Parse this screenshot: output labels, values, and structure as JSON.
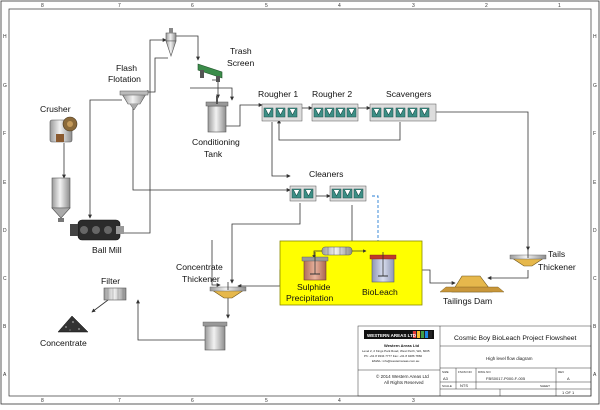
{
  "grid": {
    "columns": [
      "8",
      "7",
      "6",
      "5",
      "4",
      "3",
      "2",
      "1"
    ],
    "rows": [
      "H",
      "G",
      "F",
      "E",
      "D",
      "C",
      "B",
      "A"
    ]
  },
  "labels": {
    "crusher": "Crusher",
    "flash_flotation_1": "Flash",
    "flash_flotation_2": "Flotation",
    "trash_screen_1": "Trash",
    "trash_screen_2": "Screen",
    "conditioning_1": "Conditioning",
    "conditioning_2": "Tank",
    "rougher1": "Rougher 1",
    "rougher2": "Rougher 2",
    "scavengers": "Scavengers",
    "cleaners": "Cleaners",
    "ball_mill": "Ball Mill",
    "concentrate_thickener_1": "Concentrate",
    "concentrate_thickener_2": "Thickener",
    "sulphide_1": "Sulphide",
    "sulphide_2": "Precipitation",
    "bioleach": "BioLeach",
    "tails_thickener_1": "Tails",
    "tails_thickener_2": "Thickener",
    "tailings_dam": "Tailings Dam",
    "filter": "Filter",
    "concentrate": "Concentrate"
  },
  "title_block": {
    "title": "Cosmic Boy BioLeach Project Flowsheet",
    "subtitle": "High level flow diagram",
    "logo_text": "WESTERN AREAS LTD",
    "company": "Western Areas Ltd",
    "addr1": "Level 2, 2 Kings Park Road, West Perth, WA, 6005",
    "addr2": "Ph: +61 8 9334 7777  Fax: +61 8 9486 7866",
    "addr3": "EMAIL: info@westernareas.com.au",
    "copyright1": "© 2014 Western Areas Ltd",
    "copyright2": "All Rights Reserved",
    "size_label": "SIZE",
    "size_value": "A3",
    "fscm_label": "FSCM NO",
    "dwg_label": "DWG NO",
    "dwg_value": "FBS0017-P000-F-005",
    "rev_label": "REV",
    "rev_value": "A",
    "scale_label": "SCALE",
    "scale_value": "NTS",
    "sheet_label": "SHEET",
    "sheet_value": "1 OF 1"
  },
  "colors": {
    "highlight_fill": "#ffff00",
    "highlight_border": "#8a8a00",
    "sulphide_tank": "#d2907a",
    "bioleach_tank": "#b8bfd6",
    "bioleach_top": "#c0392b",
    "tailings": "#e6b84c",
    "steel": "#c8c8c8",
    "cell_teal": "#3d8f86",
    "logo_bg": "#111111"
  }
}
